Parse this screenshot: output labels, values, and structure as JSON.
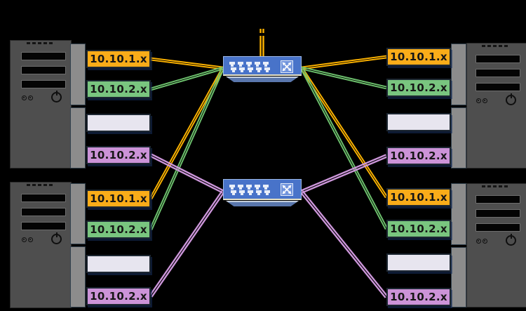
{
  "diagram": {
    "background": "#000000",
    "colors": {
      "orange": "#F9AC19",
      "green": "#79C57F",
      "blank": "#E7E5EF",
      "purple": "#CC93D8",
      "line_orange": "#FFB400",
      "line_green": "#6EC36E",
      "line_purple": "#CE97DC",
      "switch_body": "#4873C9",
      "switch_badge_bg": "#6F93DC",
      "port": "#E8EEF9",
      "tower_gray": "#4E4E4E",
      "nic_bar_gray": "#8C8C8C"
    },
    "icons": {
      "switch_port": "ethernet-port-icon",
      "switch_badge": "crossed-arrows-icon",
      "server_power": "power-button-icon",
      "server_led": "led-indicator-icon"
    },
    "servers": [
      {
        "id": "server-top-left",
        "nics": [
          {
            "label": "10.10.1.x",
            "color_key": "orange"
          },
          {
            "label": "10.10.2.x",
            "color_key": "green"
          },
          {
            "label": "",
            "color_key": "blank"
          },
          {
            "label": "10.10.2.x",
            "color_key": "purple"
          }
        ]
      },
      {
        "id": "server-bottom-left",
        "nics": [
          {
            "label": "10.10.1.x",
            "color_key": "orange"
          },
          {
            "label": "10.10.2.x",
            "color_key": "green"
          },
          {
            "label": "",
            "color_key": "blank"
          },
          {
            "label": "10.10.2.x",
            "color_key": "purple"
          }
        ]
      },
      {
        "id": "server-top-right",
        "nics": [
          {
            "label": "10.10.1.x",
            "color_key": "orange"
          },
          {
            "label": "10.10.2.x",
            "color_key": "green"
          },
          {
            "label": "",
            "color_key": "blank"
          },
          {
            "label": "10.10.2.x",
            "color_key": "purple"
          }
        ]
      },
      {
        "id": "server-bottom-right",
        "nics": [
          {
            "label": "10.10.1.x",
            "color_key": "orange"
          },
          {
            "label": "10.10.2.x",
            "color_key": "green"
          },
          {
            "label": "",
            "color_key": "blank"
          },
          {
            "label": "10.10.2.x",
            "color_key": "purple"
          }
        ]
      }
    ],
    "switches": [
      {
        "id": "switch-top",
        "ports_rows": [
          5,
          5
        ],
        "badge": "crossed-arrows-icon"
      },
      {
        "id": "switch-bottom",
        "ports_rows": [
          5,
          5
        ],
        "badge": "crossed-arrows-icon"
      }
    ],
    "connections": [
      {
        "from": "server-top-left:0",
        "to": "switch-top:left",
        "color_key": "orange"
      },
      {
        "from": "server-top-left:1",
        "to": "switch-top:left",
        "color_key": "green"
      },
      {
        "from": "server-bottom-left:0",
        "to": "switch-top:left",
        "color_key": "orange"
      },
      {
        "from": "server-bottom-left:1",
        "to": "switch-top:left",
        "color_key": "green"
      },
      {
        "from": "server-top-right:0",
        "to": "switch-top:right",
        "color_key": "orange"
      },
      {
        "from": "server-top-right:1",
        "to": "switch-top:right",
        "color_key": "green"
      },
      {
        "from": "server-bottom-right:0",
        "to": "switch-top:right",
        "color_key": "orange"
      },
      {
        "from": "server-bottom-right:1",
        "to": "switch-top:right",
        "color_key": "green"
      },
      {
        "from": "server-top-left:3",
        "to": "switch-bottom:left",
        "color_key": "purple"
      },
      {
        "from": "server-bottom-left:3",
        "to": "switch-bottom:left",
        "color_key": "purple"
      },
      {
        "from": "server-top-right:3",
        "to": "switch-bottom:right",
        "color_key": "purple"
      },
      {
        "from": "server-bottom-right:3",
        "to": "switch-bottom:right",
        "color_key": "purple"
      }
    ],
    "uplink": {
      "switch": "switch-top",
      "color_key": "orange"
    }
  }
}
